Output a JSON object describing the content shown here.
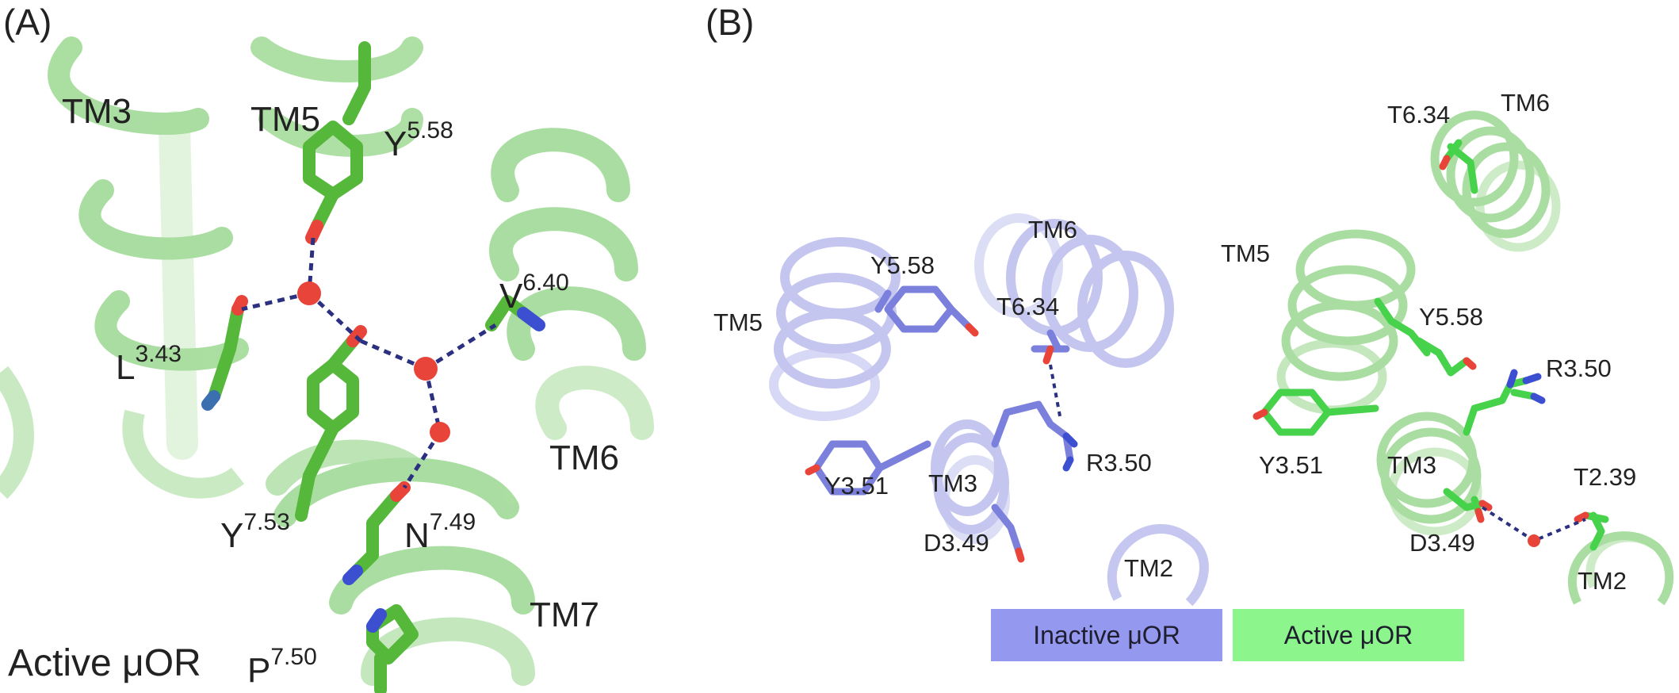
{
  "panels": {
    "a": {
      "tag": "(A)",
      "footer_label": "Active μOR",
      "footer_color": "#4db43a",
      "labels": {
        "tm3": "TM3",
        "tm5": "TM5",
        "tm6": "TM6",
        "tm7": "TM7",
        "y558_base": "Y",
        "y558_sup": "5.58",
        "v640_base": "V",
        "v640_sup": "6.40",
        "l343_base": "L",
        "l343_sup": "3.43",
        "y753_base": "Y",
        "y753_sup": "7.53",
        "n749_base": "N",
        "n749_sup": "7.49",
        "p750_base": "P",
        "p750_sup": "7.50"
      }
    },
    "b": {
      "tag": "(B)",
      "inactive": {
        "tm5": "TM5",
        "tm6": "TM6",
        "tm3": "TM3",
        "tm2": "TM2",
        "y558": "Y5.58",
        "t634": "T6.34",
        "y351": "Y3.51",
        "r350": "R3.50",
        "d349": "D3.49"
      },
      "active": {
        "tm5": "TM5",
        "tm6": "TM6",
        "tm3": "TM3",
        "tm2": "TM2",
        "y558": "Y5.58",
        "t634": "T6.34",
        "y351": "Y3.51",
        "r350": "R3.50",
        "d349": "D3.49",
        "t239": "T2.39"
      },
      "legend": {
        "inactive": "Inactive μOR",
        "active": "Active μOR"
      }
    }
  },
  "colors": {
    "active_helix": "#a6dc9c",
    "active_stick": "#55b83a",
    "inactive_helix": "#c2c4ef",
    "inactive_stick": "#7b80dd",
    "active_b_stick": "#46d24a",
    "water": "#e8443a",
    "hbond": "#2b3080",
    "legend_inactive": "#9498ef",
    "legend_active": "#8cf58c"
  }
}
